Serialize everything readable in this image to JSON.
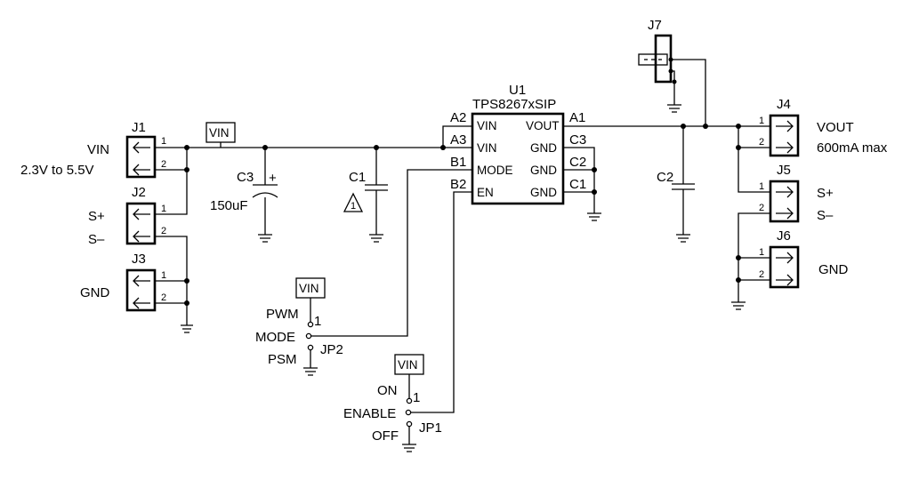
{
  "u1": {
    "ref": "U1",
    "part": "TPS8267xSIP",
    "pins_left": [
      "VIN",
      "VIN",
      "MODE",
      "EN"
    ],
    "pins_right": [
      "VOUT",
      "GND",
      "GND",
      "GND"
    ],
    "balls_left": [
      "A2",
      "A3",
      "B1",
      "B2"
    ],
    "balls_right": [
      "A1",
      "C3",
      "C2",
      "C1"
    ]
  },
  "j1": {
    "ref": "J1",
    "desc_top": "VIN",
    "desc_bottom": "2.3V to 5.5V",
    "pin1": "1",
    "pin2": "2"
  },
  "j2": {
    "ref": "J2",
    "label_plus": "S+",
    "label_minus": "S–",
    "pin1": "1",
    "pin2": "2"
  },
  "j3": {
    "ref": "J3",
    "desc": "GND",
    "pin1": "1",
    "pin2": "2"
  },
  "j4": {
    "ref": "J4",
    "desc_top": "VOUT",
    "desc_bottom": "600mA max",
    "pin1": "1",
    "pin2": "2"
  },
  "j5": {
    "ref": "J5",
    "label_plus": "S+",
    "label_minus": "S–",
    "pin1": "1",
    "pin2": "2"
  },
  "j6": {
    "ref": "J6",
    "desc": "GND",
    "pin1": "1",
    "pin2": "2"
  },
  "j7": {
    "ref": "J7"
  },
  "c1": {
    "ref": "C1",
    "note": "1"
  },
  "c2": {
    "ref": "C2"
  },
  "c3": {
    "ref": "C3",
    "value": "150uF",
    "polarity": "+"
  },
  "net_vin": "VIN",
  "jp2": {
    "ref": "JP2",
    "top": "PWM",
    "mid": "MODE",
    "bot": "PSM",
    "pin1": "1"
  },
  "jp1": {
    "ref": "JP1",
    "top": "ON",
    "mid": "ENABLE",
    "bot": "OFF",
    "pin1": "1"
  }
}
